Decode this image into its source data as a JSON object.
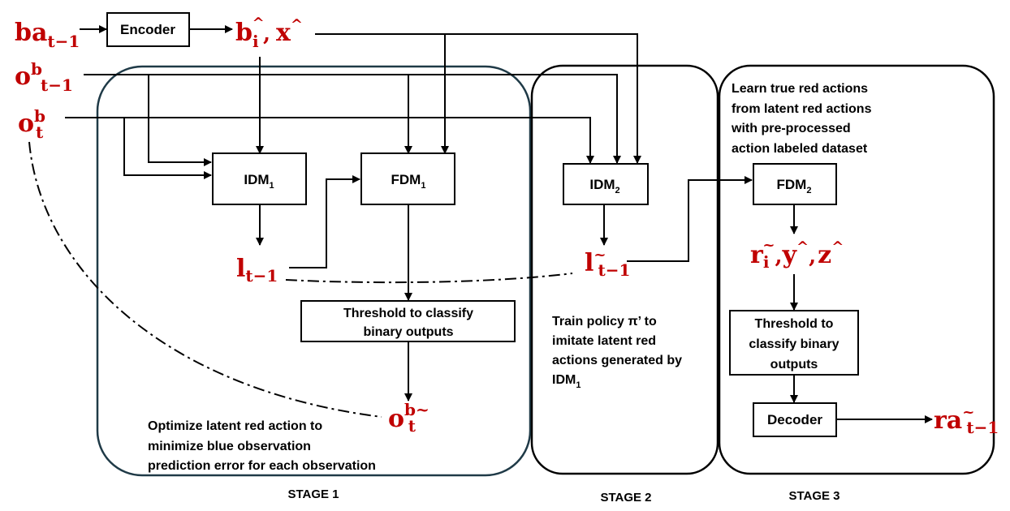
{
  "boxes": {
    "encoder": "Encoder",
    "idm1": "IDM",
    "idm1_sub": "1",
    "fdm1": "FDM",
    "fdm1_sub": "1",
    "idm2": "IDM",
    "idm2_sub": "2",
    "fdm2": "FDM",
    "fdm2_sub": "2",
    "threshold1_line1": "Threshold to classify",
    "threshold1_line2": "binary outputs",
    "threshold2_line1": "Threshold to",
    "threshold2_line2": "classify binary",
    "threshold2_line3": "outputs",
    "decoder": "Decoder"
  },
  "variables": {
    "ba_main": "ba",
    "ba_sub": "t−1",
    "ob_prev_main": "o",
    "ob_prev_sup": "b",
    "ob_prev_sub": "t−1",
    "ob_main": "o",
    "ob_sup": "b",
    "ob_sub": "t",
    "b_main": "b",
    "b_sub": "i",
    "b_sup": "^",
    "x_main": "x",
    "x_sup": "^",
    "comma": ",",
    "l1_main": "l",
    "l1_sub": "t−1",
    "l2_main": "l",
    "l2_sub": "t−1",
    "l2_sup": "~",
    "obt_main": "o",
    "obt_sup": "b~",
    "obt_sub": "t",
    "r_main": "r",
    "r_sub": "i",
    "r_sup": "~",
    "y_main": "y",
    "y_sup": "^",
    "z_main": "z",
    "z_sup": "^",
    "ra_main": "ra",
    "ra_sub": "t−1",
    "ra_sup": "~"
  },
  "texts": {
    "stage1_caption_1": "Optimize latent red action to",
    "stage1_caption_2": "minimize blue observation",
    "stage1_caption_3": "prediction error for each observation",
    "stage2_caption_1": "Train policy π’ to",
    "stage2_caption_2": "imitate latent red",
    "stage2_caption_3": "actions generated by",
    "stage2_caption_4": "IDM",
    "stage2_caption_4_sub": "1",
    "stage3_caption_1": "Learn true red actions",
    "stage3_caption_2": "from latent red actions",
    "stage3_caption_3": "with pre-processed",
    "stage3_caption_4": "action labeled dataset"
  },
  "stages": {
    "stage1": "STAGE 1",
    "stage2": "STAGE 2",
    "stage3": "STAGE 3"
  }
}
